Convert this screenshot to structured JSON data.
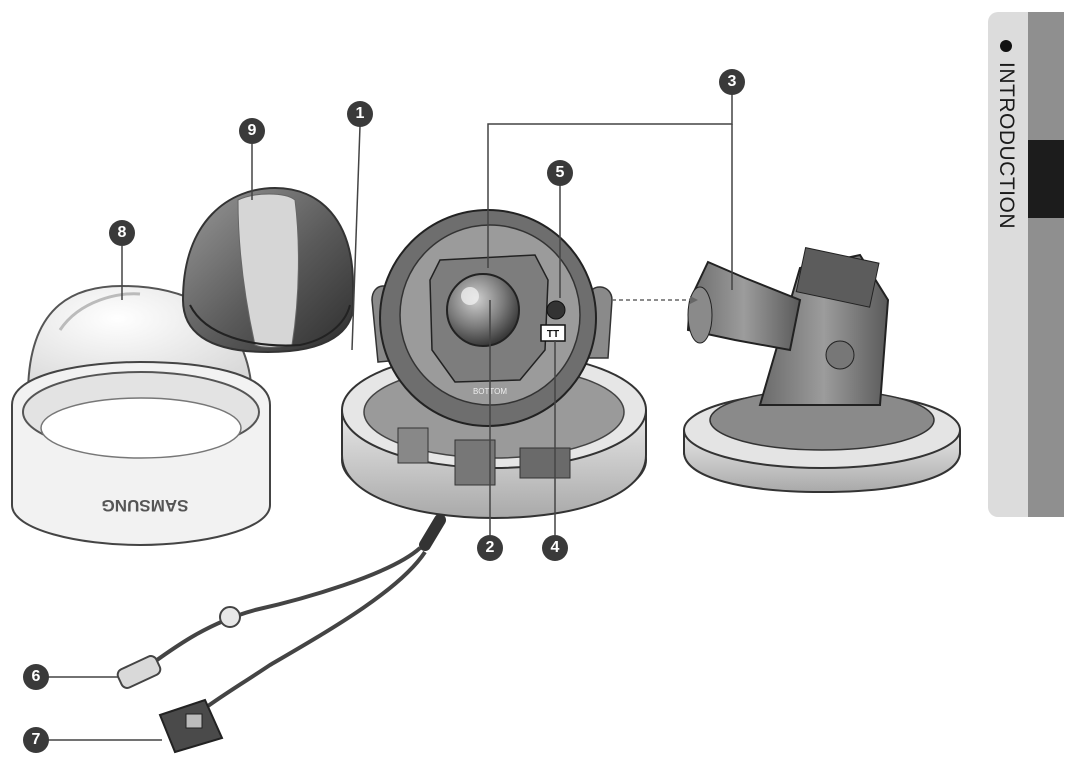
{
  "side_tab": {
    "label": "INTRODUCTION"
  },
  "parts": {
    "bottom_cover": {
      "brand": "SAMSUNG"
    },
    "camera_module": {
      "small_text": "BOTTOM",
      "tt_mark": "TT"
    }
  },
  "callouts": [
    "1",
    "2",
    "3",
    "4",
    "5",
    "6",
    "7",
    "8",
    "9"
  ]
}
